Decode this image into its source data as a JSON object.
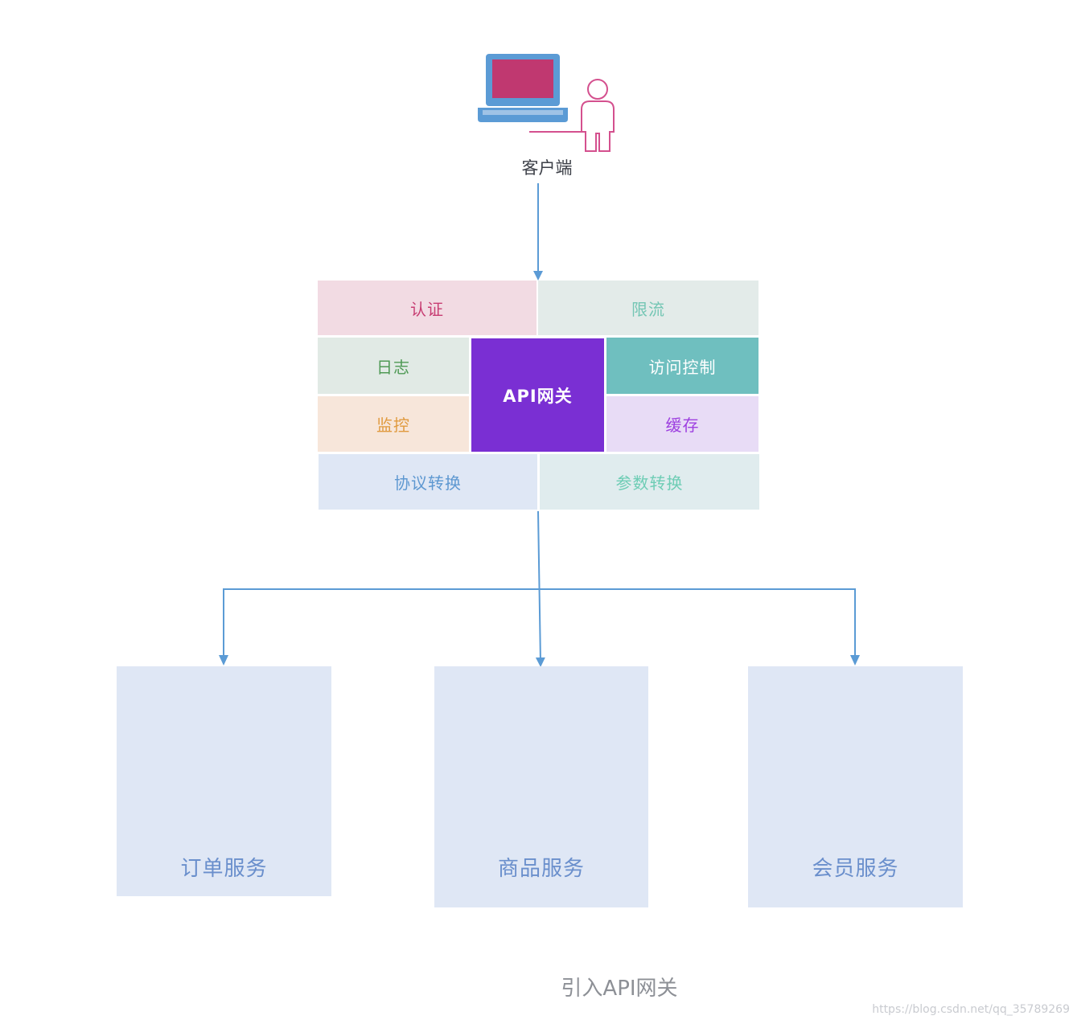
{
  "client": {
    "label": "客户端",
    "icon": "laptop-user-icon"
  },
  "gateway": {
    "center": "API网关",
    "cells": {
      "auth": "认证",
      "rate_limit": "限流",
      "log": "日志",
      "access_control": "访问控制",
      "monitor": "监控",
      "cache": "缓存",
      "protocol": "协议转换",
      "param": "参数转换"
    }
  },
  "services": {
    "order": "订单服务",
    "product": "商品服务",
    "member": "会员服务"
  },
  "caption": "引入API网关",
  "watermark": "https://blog.csdn.net/qq_35789269",
  "colors": {
    "connector": "#5b9bd5",
    "gateway_center": "#7a2fd3",
    "service_box": "#dfe7f5",
    "laptop_body": "#5b9bd5",
    "laptop_screen": "#c03870",
    "person_outline": "#d4508e"
  }
}
